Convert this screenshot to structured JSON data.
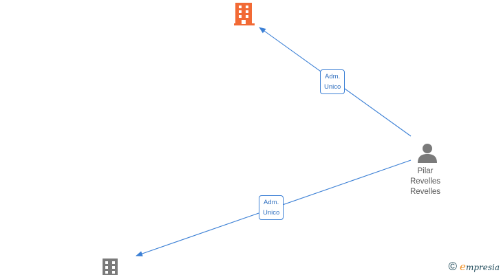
{
  "nodes": {
    "company_top": {
      "icon": "building-icon",
      "color": "#f26a35"
    },
    "company_bottom": {
      "icon": "building-icon",
      "color": "#7a7a7a"
    },
    "person": {
      "icon": "person-icon",
      "color": "#7a7a7a",
      "name_lines": [
        "Pilar",
        "Revelles",
        "Revelles"
      ]
    }
  },
  "edges": [
    {
      "label_lines": [
        "Adm.",
        "Unico"
      ],
      "from": "person",
      "to": "company_top"
    },
    {
      "label_lines": [
        "Adm.",
        "Unico"
      ],
      "from": "person",
      "to": "company_bottom"
    }
  ],
  "colors": {
    "edge": "#3a7fd5"
  },
  "brand": {
    "symbol": "©",
    "initial": "e",
    "name": "mpresia"
  }
}
